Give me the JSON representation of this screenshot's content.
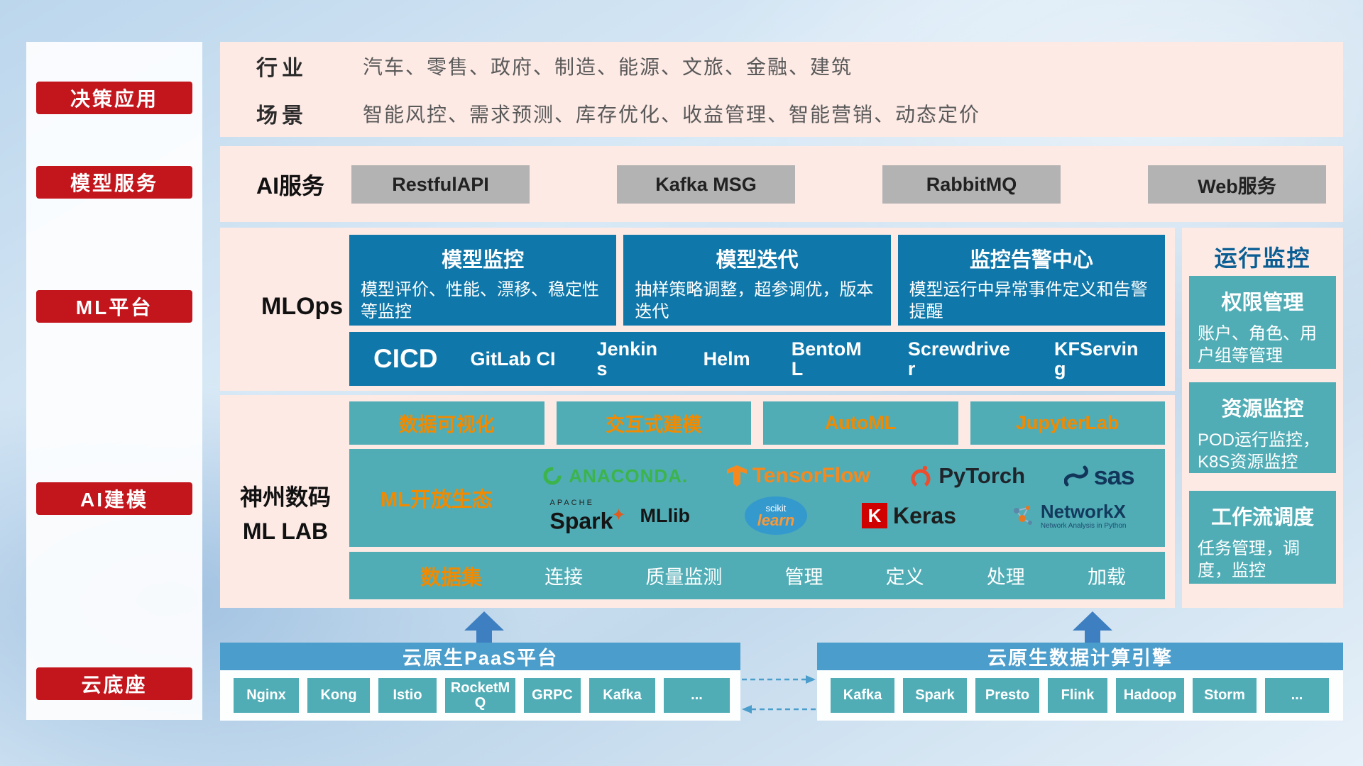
{
  "sidebar": {
    "items": [
      {
        "label": "决策应用"
      },
      {
        "label": "模型服务"
      },
      {
        "label": "ML平台"
      },
      {
        "label": "AI建模"
      },
      {
        "label": "云底座"
      }
    ]
  },
  "industry": {
    "rows": [
      {
        "label": "行业",
        "value": "汽车、零售、政府、制造、能源、文旅、金融、建筑"
      },
      {
        "label": "场景",
        "value": "智能风控、需求预测、库存优化、收益管理、智能营销、动态定价"
      }
    ]
  },
  "ai_service": {
    "label": "AI服务",
    "services": [
      "RestfulAPI",
      "Kafka MSG",
      "RabbitMQ",
      "Web服务"
    ]
  },
  "mlops": {
    "label": "MLOps",
    "cards": [
      {
        "title": "模型监控",
        "desc": "模型评价、性能、漂移、稳定性等监控"
      },
      {
        "title": "模型迭代",
        "desc": "抽样策略调整，超参调优，版本迭代"
      },
      {
        "title": "监控告警中心",
        "desc": "模型运行中异常事件定义和告警提醒"
      }
    ],
    "cicd_label": "CICD",
    "cicd_tools": [
      "GitLab CI",
      "Jenkins",
      "Helm",
      "BentoML",
      "Screwdriver",
      "KFServing"
    ]
  },
  "mllab": {
    "label_line1": "神州数码",
    "label_line2": "ML LAB",
    "features": [
      "数据可视化",
      "交互式建模",
      "AutoML",
      "JupyterLab"
    ],
    "ecosystem_label": "ML开放生态",
    "logos": {
      "anaconda": "ANACONDA.",
      "tensorflow": "TensorFlow",
      "pytorch": "PyTorch",
      "sas": "sas",
      "apache": "APACHE",
      "spark": "Spark",
      "mllib": "MLlib",
      "scikit_top": "scikit",
      "scikit_learn": "learn",
      "keras_k": "K",
      "keras": "Keras",
      "networkx": "NetworkX",
      "networkx_sub": "Network Analysis in Python"
    },
    "dataset_label": "数据集",
    "dataset_items": [
      "连接",
      "质量监测",
      "管理",
      "定义",
      "处理",
      "加载"
    ]
  },
  "monitor": {
    "title": "运行监控",
    "cards": [
      {
        "title": "权限管理",
        "desc": "账户、角色、用户组等管理"
      },
      {
        "title": "资源监控",
        "desc": "POD运行监控，K8S资源监控"
      },
      {
        "title": "工作流调度",
        "desc": "任务管理，调度，监控"
      }
    ]
  },
  "cloud": {
    "paas_title": "云原生PaaS平台",
    "paas_items": [
      "Nginx",
      "Kong",
      "Istio",
      "RocketMQ",
      "GRPC",
      "Kafka",
      "..."
    ],
    "engine_title": "云原生数据计算引擎",
    "engine_items": [
      "Kafka",
      "Spark",
      "Presto",
      "Flink",
      "Hadoop",
      "Storm",
      "..."
    ]
  },
  "colors": {
    "red": "#c2151c",
    "panel_pink": "#fdeae5",
    "deep_blue": "#0f77a9",
    "teal": "#50adb6",
    "orange": "#f18a00",
    "header_blue": "#4b9dcb",
    "gray_button": "#b3b3b3",
    "arrow_blue": "#3d7fc1"
  }
}
